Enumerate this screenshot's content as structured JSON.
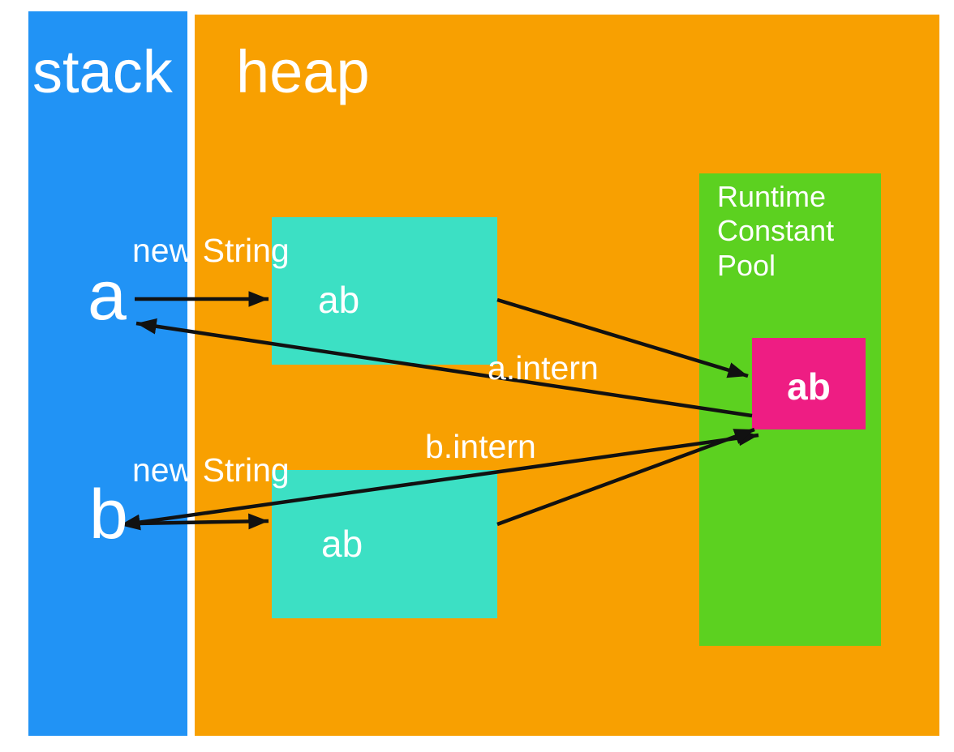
{
  "colors": {
    "stack_blue": "#2193F5",
    "heap_orange": "#F8A001",
    "object_teal": "#3CE0C4",
    "pool_green": "#5CD120",
    "entry_pink": "#EE1D83",
    "arrow_black": "#111111",
    "text_white": "#FFFFFF"
  },
  "stack": {
    "title": "stack",
    "vars": [
      {
        "name": "a"
      },
      {
        "name": "b"
      }
    ]
  },
  "heap": {
    "title": "heap",
    "objects": [
      {
        "label": "ab"
      },
      {
        "label": "ab"
      }
    ]
  },
  "pool": {
    "title": "Runtime Constant Pool",
    "entry": "ab"
  },
  "captions": {
    "new_string_a": "new String",
    "new_string_b": "new String",
    "a_intern": "a.intern",
    "b_intern": "b.intern"
  }
}
